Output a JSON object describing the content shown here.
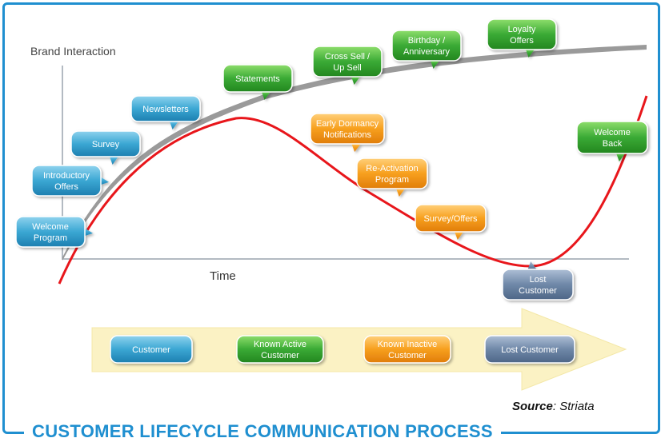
{
  "title": "CUSTOMER LIFECYCLE COMMUNICATION PROCESS",
  "y_axis_label": "Brand Interaction",
  "x_axis_label": "Time",
  "source_label": "Source",
  "source_name": ": Striata",
  "colors": {
    "blue": "#3ba7d3",
    "green": "#3aaa35",
    "orange": "#f7a01e",
    "slate": "#6f88a8",
    "red_curve": "#e8161b",
    "gray_curve": "#9a9a9a",
    "arrow_fill": "#fbf2c4",
    "title": "#1f8fd0"
  },
  "bubbles": [
    {
      "id": "welcome-program",
      "lines": [
        "Welcome",
        "Program"
      ],
      "color": "blue"
    },
    {
      "id": "introductory-offers",
      "lines": [
        "Introductory",
        "Offers"
      ],
      "color": "blue"
    },
    {
      "id": "survey",
      "lines": [
        "Survey"
      ],
      "color": "blue"
    },
    {
      "id": "newsletters",
      "lines": [
        "Newsletters"
      ],
      "color": "blue"
    },
    {
      "id": "statements",
      "lines": [
        "Statements"
      ],
      "color": "green"
    },
    {
      "id": "cross-sell",
      "lines": [
        "Cross Sell /",
        "Up Sell"
      ],
      "color": "green"
    },
    {
      "id": "birthday",
      "lines": [
        "Birthday /",
        "Anniversary"
      ],
      "color": "green"
    },
    {
      "id": "loyalty-offers",
      "lines": [
        "Loyalty",
        "Offers"
      ],
      "color": "green"
    },
    {
      "id": "early-dormancy",
      "lines": [
        "Early Dormancy",
        "Notifications"
      ],
      "color": "orange"
    },
    {
      "id": "reactivation",
      "lines": [
        "Re-Activation",
        "Program"
      ],
      "color": "orange"
    },
    {
      "id": "survey-offers",
      "lines": [
        "Survey/Offers"
      ],
      "color": "orange"
    },
    {
      "id": "lost-customer",
      "lines": [
        "Lost",
        "Customer"
      ],
      "color": "slate"
    },
    {
      "id": "welcome-back",
      "lines": [
        "Welcome",
        "Back"
      ],
      "color": "green"
    }
  ],
  "stages": [
    {
      "id": "customer",
      "lines": [
        "Customer"
      ],
      "color": "blue"
    },
    {
      "id": "known-active",
      "lines": [
        "Known Active",
        "Customer"
      ],
      "color": "green"
    },
    {
      "id": "known-inactive",
      "lines": [
        "Known Inactive",
        "Customer"
      ],
      "color": "orange"
    },
    {
      "id": "lost-customer",
      "lines": [
        "Lost Customer"
      ],
      "color": "slate"
    }
  ]
}
